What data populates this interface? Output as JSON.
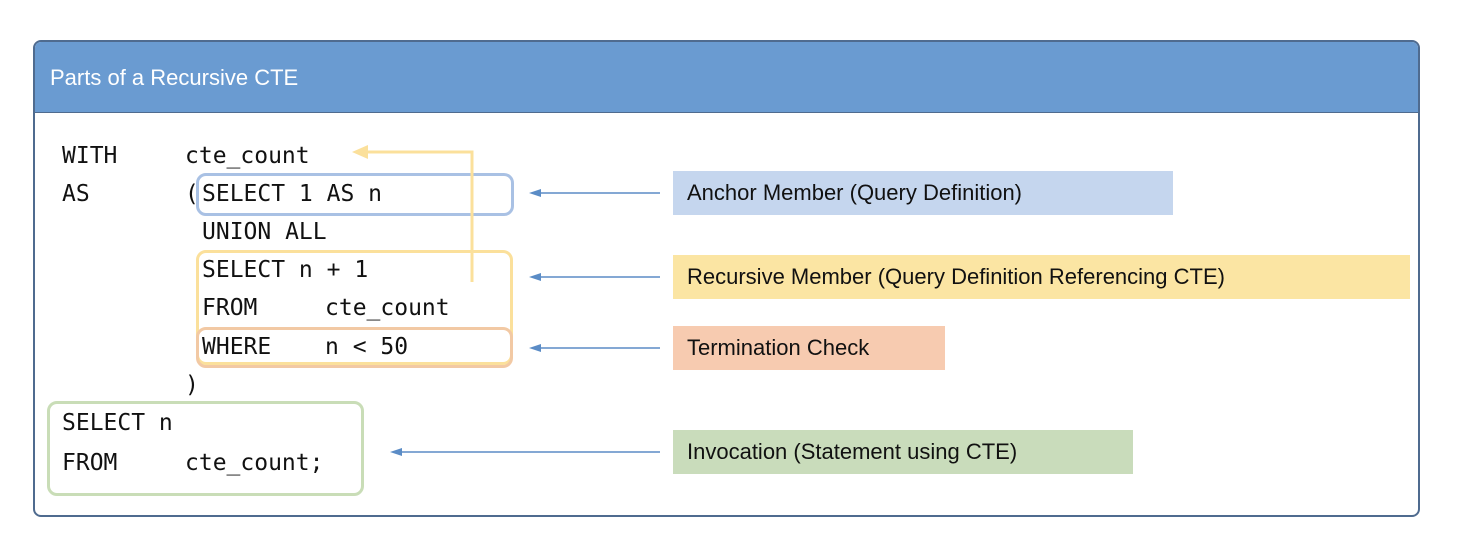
{
  "title": "Parts of a Recursive CTE",
  "code": {
    "with_kw": "WITH",
    "cte_name": "cte_count",
    "as_kw": "AS",
    "open_paren": "(",
    "anchor": "SELECT 1 AS n",
    "union": "UNION ALL",
    "rec_select": "SELECT n + 1",
    "rec_from_kw": "FROM",
    "rec_from_name": "cte_count",
    "where_kw": "WHERE",
    "where_cond": "n < 50",
    "close_paren": ")",
    "inv_select": "SELECT n",
    "inv_from_kw": "FROM",
    "inv_from_name": "cte_count;"
  },
  "labels": {
    "anchor": "Anchor Member (Query Definition)",
    "recursive": "Recursive Member (Query Definition Referencing CTE)",
    "termination": "Termination Check",
    "invocation": "Invocation (Statement using CTE)"
  },
  "colors": {
    "header": "#6a9bd1",
    "anchor": "#c5d6ee",
    "anchor_border": "#a9c1e4",
    "recursive": "#fbe5a3",
    "recursive_border": "#fbe09b",
    "termination": "#f7cbb0",
    "termination_border": "#f2c9a4",
    "invocation": "#c9dcbb",
    "invocation_border": "#c9ddb7",
    "arrow": "#5b8cc6"
  }
}
